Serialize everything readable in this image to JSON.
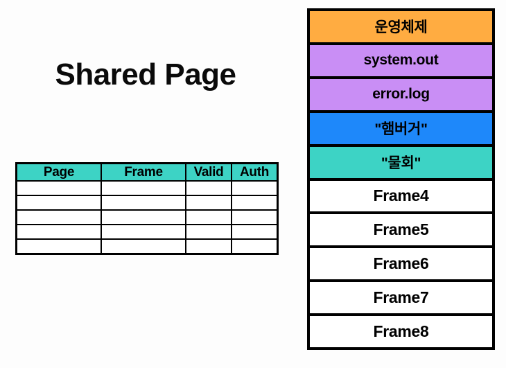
{
  "title": "Shared Page",
  "colors": {
    "background": "#fdfdfd",
    "border": "#000000",
    "header_teal": "#3dd3c5",
    "os_orange": "#ffac41",
    "file_purple": "#c98ef5",
    "blue": "#1e88fa",
    "teal": "#3dd3c5",
    "frame_white": "#ffffff"
  },
  "page_table": {
    "columns": [
      "Page",
      "Frame",
      "Valid",
      "Auth"
    ],
    "rows": [
      [
        "",
        "",
        "",
        ""
      ],
      [
        "",
        "",
        "",
        ""
      ],
      [
        "",
        "",
        "",
        ""
      ],
      [
        "",
        "",
        "",
        ""
      ],
      [
        "",
        "",
        "",
        ""
      ]
    ]
  },
  "memory_stack": {
    "rows": [
      {
        "label": "운영체제",
        "style": "os"
      },
      {
        "label": "system.out",
        "style": "purple"
      },
      {
        "label": "error.log",
        "style": "purple"
      },
      {
        "label": "\"햄버거\"",
        "style": "blue"
      },
      {
        "label": "\"물회\"",
        "style": "teal"
      },
      {
        "label": "Frame4",
        "style": "plain"
      },
      {
        "label": "Frame5",
        "style": "plain"
      },
      {
        "label": "Frame6",
        "style": "plain"
      },
      {
        "label": "Frame7",
        "style": "plain"
      },
      {
        "label": "Frame8",
        "style": "plain"
      }
    ]
  }
}
